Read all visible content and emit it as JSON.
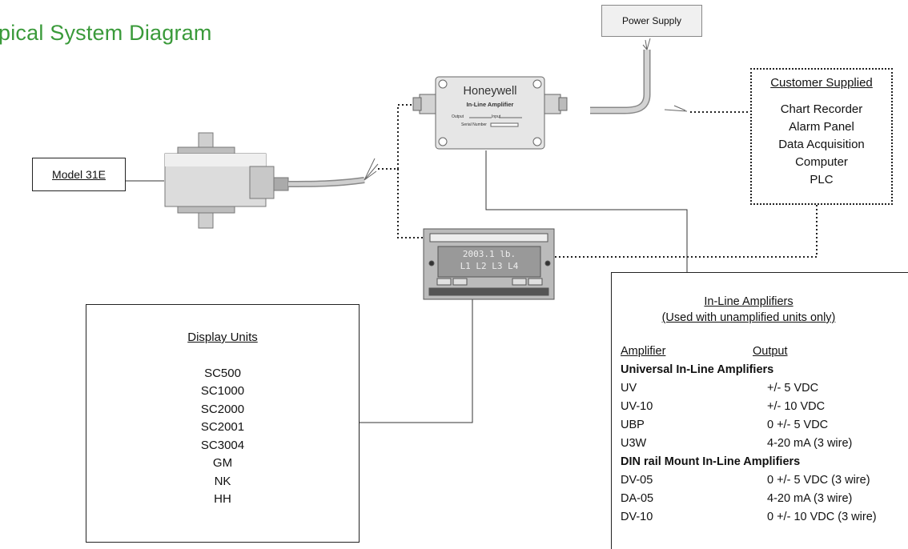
{
  "title": "pical System Diagram",
  "power_supply": "Power Supply",
  "model_label": "Model 31E",
  "amplifier_brand": "Honeywell",
  "amplifier_name": "In-Line Amplifier",
  "amplifier_output_label": "Output",
  "amplifier_input_label": "Input",
  "amplifier_serial_label": "Serial Number",
  "display_readout": "2003.1 lb.",
  "display_indicators": "L1 L2 L3 L4",
  "customer_supplied": {
    "heading": "Customer Supplied",
    "items": [
      "Chart Recorder",
      "Alarm Panel",
      "Data Acquisition",
      "Computer",
      "PLC"
    ]
  },
  "display_units": {
    "heading": "Display Units",
    "items": [
      "SC500",
      "SC1000",
      "SC2000",
      "SC2001",
      "SC3004",
      "GM",
      "NK",
      "HH"
    ]
  },
  "inline_amplifiers": {
    "heading": "In-Line Amplifiers",
    "subheading": "(Used with unamplified units only)",
    "col_amplifier": "Amplifier",
    "col_output": "Output",
    "group1": "Universal In-Line Amplifiers",
    "rows1": [
      {
        "amp": "UV",
        "out": "+/- 5 VDC"
      },
      {
        "amp": "UV-10",
        "out": "+/- 10 VDC"
      },
      {
        "amp": "UBP",
        "out": "0 +/- 5 VDC"
      },
      {
        "amp": "U3W",
        "out": "4-20 mA (3 wire)"
      }
    ],
    "group2": "DIN rail Mount In-Line Amplifiers",
    "rows2": [
      {
        "amp": "DV-05",
        "out": "0 +/- 5 VDC (3 wire)"
      },
      {
        "amp": "DA-05",
        "out": "4-20 mA (3 wire)"
      },
      {
        "amp": "DV-10",
        "out": "0 +/- 10 VDC (3 wire)"
      }
    ]
  }
}
